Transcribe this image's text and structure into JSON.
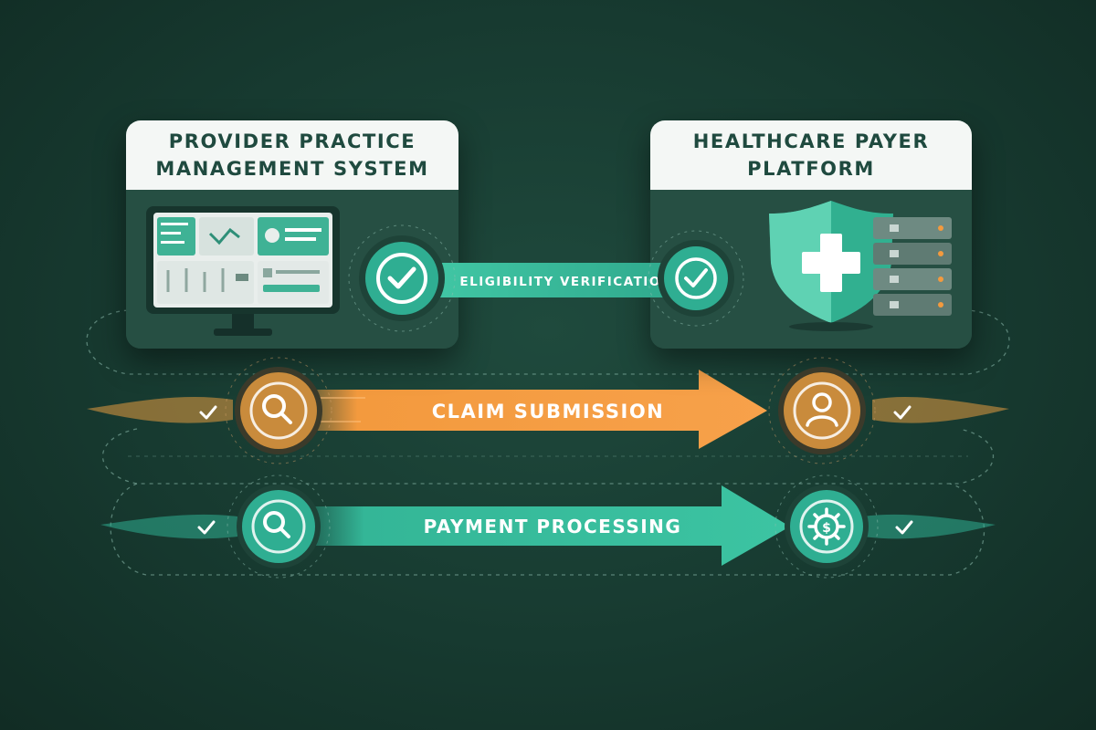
{
  "provider_card": {
    "title": "PROVIDER PRACTICE\nMANAGEMENT SYSTEM"
  },
  "payer_card": {
    "title": "HEALTHCARE PAYER\nPLATFORM"
  },
  "flows": {
    "eligibility": {
      "label": "ELIGIBILITY VERIFICATION",
      "left_icon": "checkmark-icon",
      "right_icon": "checkmark-icon"
    },
    "claim": {
      "label": "CLAIM SUBMISSION",
      "left_icon": "search-icon",
      "right_icon": "user-search-icon"
    },
    "payment": {
      "label": "PAYMENT PROCESSING",
      "left_icon": "search-icon",
      "right_icon": "gear-icon"
    }
  },
  "colors": {
    "background": "#173a30",
    "teal": "#2fae92",
    "teal_light": "#5fd6b9",
    "orange": "#f39a3e",
    "orange_dark": "#c9842f",
    "card_header": "#f4f7f5"
  }
}
